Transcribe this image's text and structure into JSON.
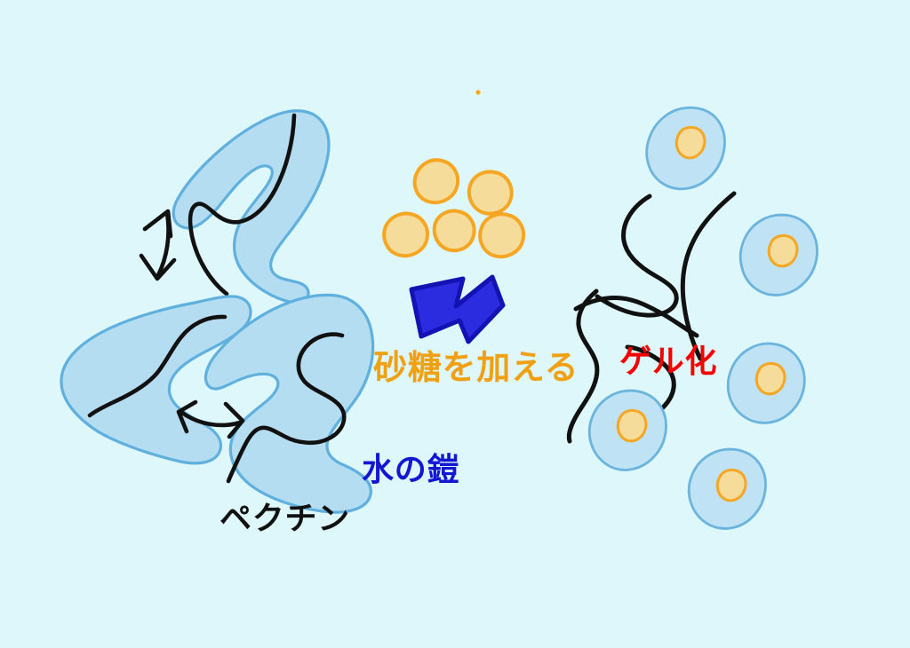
{
  "diagram": {
    "title": "Pectin gelation with sugar",
    "background_color": "#ddf7fa",
    "labels": {
      "sugar": "砂糖を加える",
      "gel": "ゲル化",
      "water": "水の鎧",
      "pectin": "ペクチン"
    },
    "label_colors": {
      "sugar": "#f0a013",
      "gel": "#f40000",
      "water": "#1417d1",
      "pectin": "#111111"
    },
    "palette": {
      "background": "#ddf7fa",
      "water_shell_fill": "#b5ddf1",
      "water_shell_stroke": "#5fb0de",
      "pectin_chain": "#111111",
      "sugar_fill": "#f6dc9a",
      "sugar_stroke": "#f5a623",
      "arrow_fill": "#2b2be0",
      "arrow_stroke": "#1313b4",
      "cell_fill": "#bfe2f4",
      "cell_stroke": "#6bb4de"
    },
    "left_panel": {
      "name": "pectin-in-water",
      "description": "Pectin chains each wrapped in a shell of water",
      "pectin_blob_count": 3,
      "repulsion_arrow_count": 2
    },
    "middle_panel": {
      "name": "sugar-addition",
      "sugar_molecule_count": 5,
      "arrow": "double-chevron-right"
    },
    "right_panel": {
      "name": "gelled-network",
      "description": "Pectin chains bond into a network; sugar takes the water",
      "pectin_chain_count": 4,
      "hydrated_sugar_count": 5
    }
  }
}
